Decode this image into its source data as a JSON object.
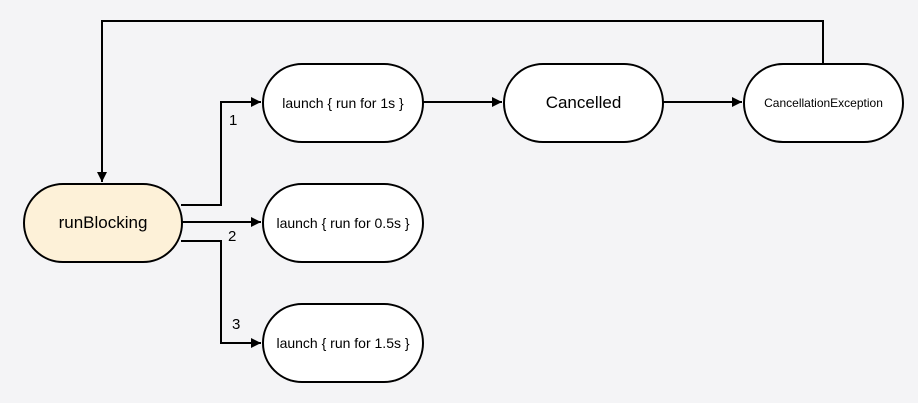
{
  "diagram": {
    "nodes": {
      "run_blocking": "runBlocking",
      "launch_1s": "launch { run for 1s }",
      "launch_05s": "launch { run for 0.5s }",
      "launch_15s": "launch { run for 1.5s }",
      "cancelled": "Cancelled",
      "cancellation_exception": "CancellationException"
    },
    "edge_labels": {
      "first": "1",
      "second": "2",
      "third": "3"
    },
    "colors": {
      "background": "#f4f4f6",
      "root_fill": "#fdf1d8",
      "node_fill": "#ffffff",
      "stroke": "#000000"
    }
  }
}
